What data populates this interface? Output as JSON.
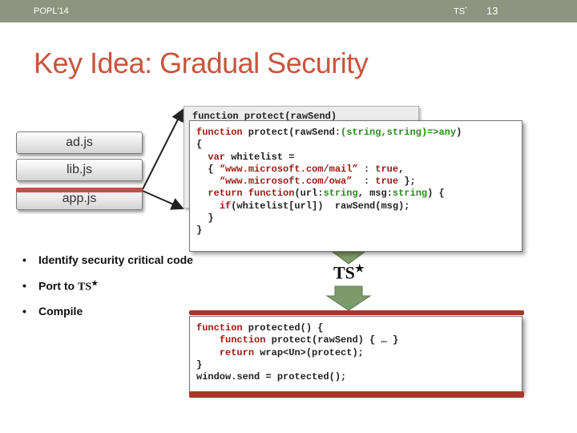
{
  "header": {
    "venue": "POPL'14",
    "ts_label": "TS",
    "ts_star": "*",
    "page_number": "13"
  },
  "title": "Key Idea: Gradual Security",
  "files": [
    "ad.js",
    "lib.js",
    "app.js"
  ],
  "code_back": {
    "lines": [
      "function protect(rawSend)"
    ]
  },
  "code_front": {
    "line1_kw": "function",
    "line1_a": " protect(rawSend:",
    "line1_type": "(string,string)=>any",
    "line1_b": ")",
    "line2": "{",
    "line3_kw": "var",
    "line3_a": " whitelist =",
    "line4_a": "{ ",
    "line4_str": "“www.microsoft.com/mail”",
    "line4_b": " : ",
    "line4_bool": "true",
    "line4_c": ",",
    "line5_str": "“www.microsoft.com/owa”",
    "line5_b": "  : ",
    "line5_bool": "true",
    "line5_c": " };",
    "line6_kw1": "return",
    "line6_kw2": "function",
    "line6_a": "(url:",
    "line6_t1": "string",
    "line6_b": ", msg:",
    "line6_t2": "string",
    "line6_c": ") {",
    "line7_kw": "if",
    "line7_a": "(whitelist[url])  rawSend(msg);",
    "line8": "}",
    "line9": "}"
  },
  "bullets": {
    "b1": "Identify security critical code",
    "b2": "Port to ",
    "b2_ts": "TS",
    "b2_star": "★",
    "b3": "Compile"
  },
  "ts_big": {
    "text": "TS",
    "star": "★"
  },
  "code_bottom": {
    "l1_kw": "function",
    "l1_a": " protected() {",
    "l2_kw": "function",
    "l2_a": " protect(rawSend) { … }",
    "l3_kw": "return",
    "l3_a": " wrap<Un>(protect);",
    "l4": "}",
    "l5": "window.send = protected();"
  },
  "colors": {
    "title": "#c8553d",
    "keyword": "#9b1a10",
    "type": "#2c8a1c",
    "arrow": "#7f9a6a",
    "topbar": "#8e9480"
  }
}
